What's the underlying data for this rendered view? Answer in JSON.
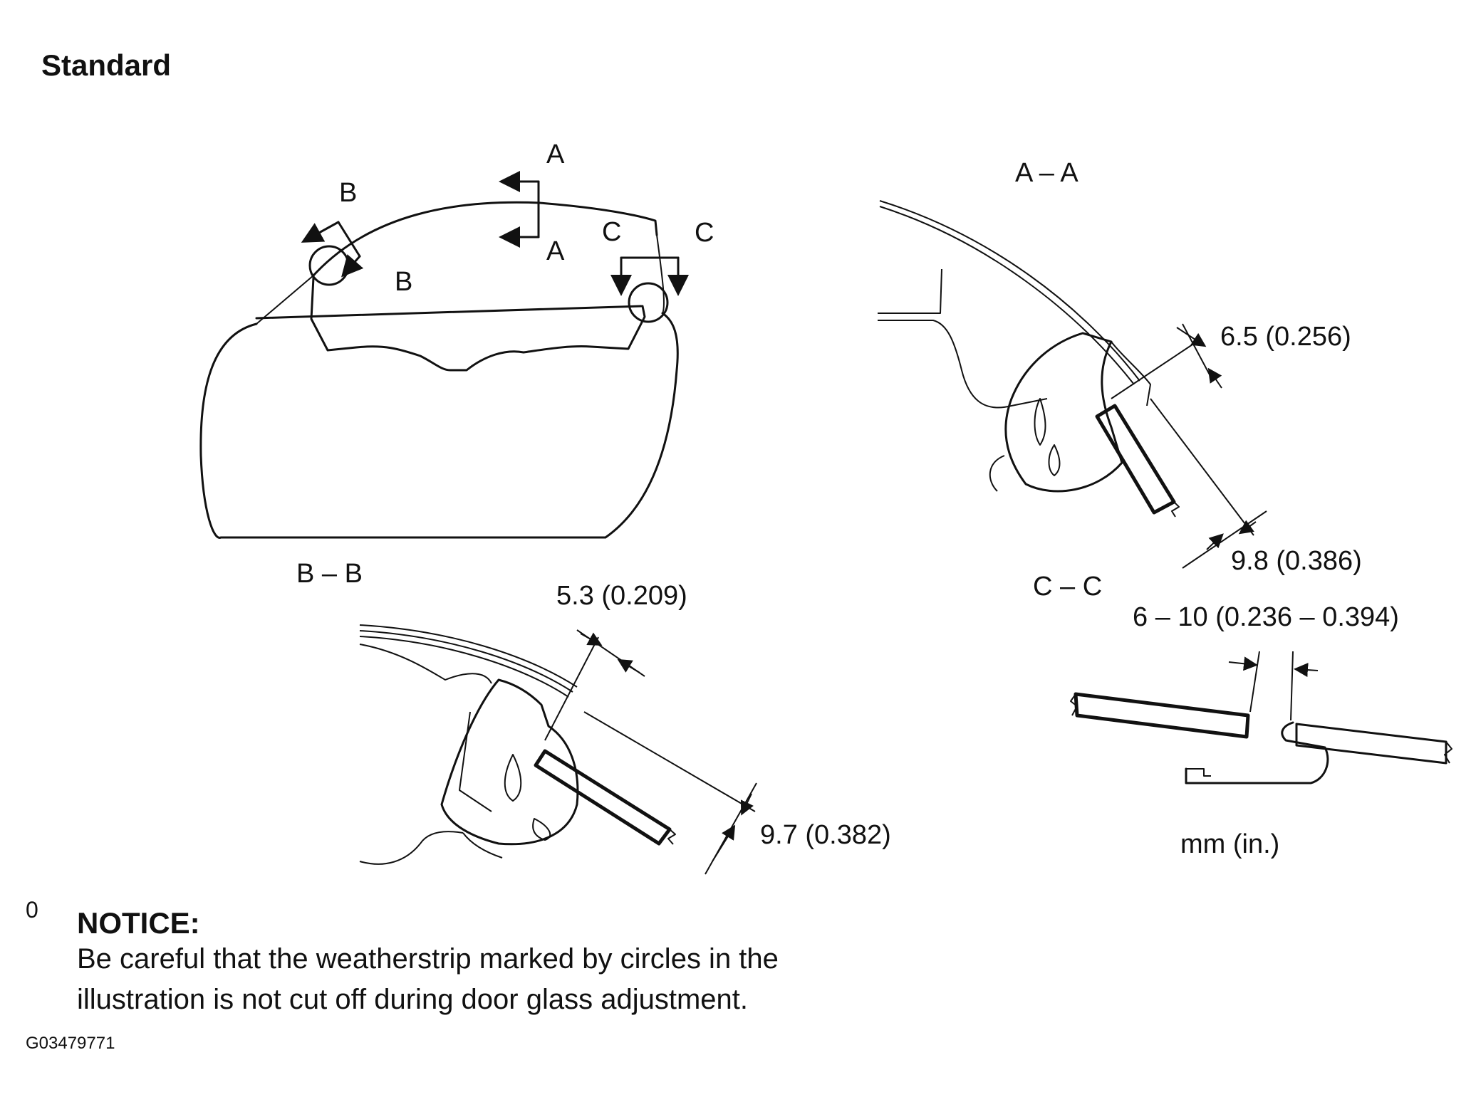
{
  "header": {
    "title": "Standard"
  },
  "overview": {
    "label_a_top": "A",
    "label_a_bottom": "A",
    "label_b_top": "B",
    "label_b_bottom": "B",
    "label_c_left": "C",
    "label_c_right": "C"
  },
  "section_aa": {
    "title": "A – A",
    "dim_top": "6.5 (0.256)",
    "dim_bottom": "9.8 (0.386)"
  },
  "section_bb": {
    "title": "B – B",
    "dim_top": "5.3 (0.209)",
    "dim_bottom": "9.7 (0.382)"
  },
  "section_cc": {
    "title": "C – C",
    "dim": "6 – 10 (0.236 – 0.394)"
  },
  "units": "mm (in.)",
  "notice": {
    "marker": "0",
    "title": "NOTICE:",
    "line1": "Be careful that the weatherstrip marked by circles in the",
    "line2": "illustration is not cut off during door glass adjustment."
  },
  "figure_code": "G03479771"
}
